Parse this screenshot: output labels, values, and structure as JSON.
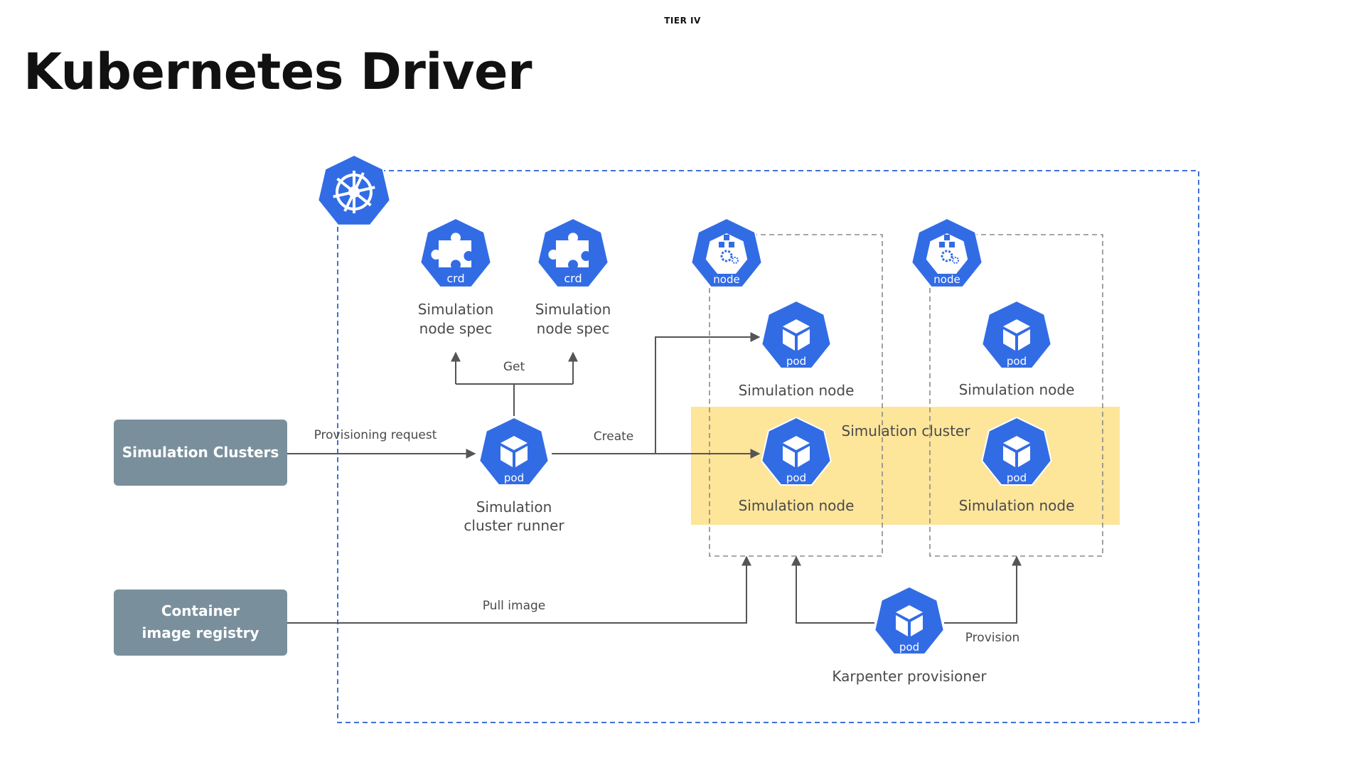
{
  "header": {
    "tag": "TIER IV"
  },
  "page_title": "Kubernetes Driver",
  "diagram": {
    "colors": {
      "k8s_blue": "#326ce5",
      "external_box": "#7a8f9c",
      "highlight": "#fde59a",
      "outline_dash": "#3f71d6",
      "node_dash": "#8a8a8a",
      "arrow": "#555555"
    },
    "external": {
      "simulation_clusters": "Simulation Clusters",
      "registry_line1": "Container",
      "registry_line2": "image registry"
    },
    "crd_left": {
      "icon": "crd",
      "line1": "Simulation",
      "line2": "node spec"
    },
    "crd_right": {
      "icon": "crd",
      "line1": "Simulation",
      "line2": "node spec"
    },
    "runner": {
      "icon": "pod",
      "line1": "Simulation",
      "line2": "cluster runner"
    },
    "node_left": {
      "icon": "node"
    },
    "node_right": {
      "icon": "node"
    },
    "sim_node_tl": {
      "icon": "pod",
      "label": "Simulation node"
    },
    "sim_node_tr": {
      "icon": "pod",
      "label": "Simulation node"
    },
    "sim_node_bl": {
      "icon": "pod",
      "label": "Simulation node"
    },
    "sim_node_br": {
      "icon": "pod",
      "label": "Simulation node"
    },
    "cluster_label": "Simulation cluster",
    "karpenter": {
      "icon": "pod",
      "label": "Karpenter provisioner"
    },
    "edges": {
      "provisioning_request": "Provisioning request",
      "get": "Get",
      "create": "Create",
      "pull_image": "Pull image",
      "provision": "Provision"
    }
  }
}
